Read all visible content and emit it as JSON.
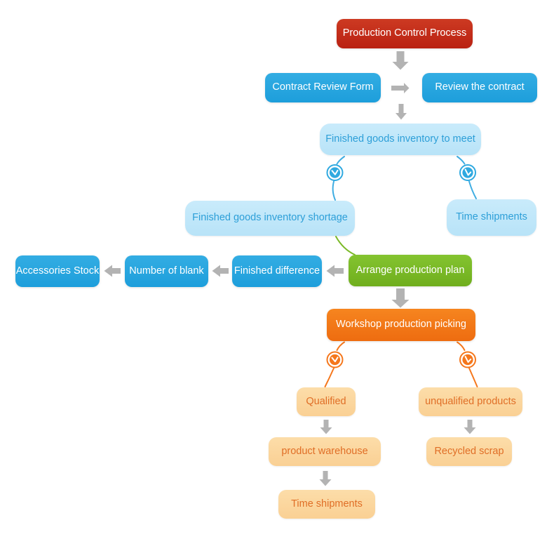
{
  "diagram": {
    "title": "Production Control Process",
    "nodes": {
      "production_control": "Production Control Process",
      "contract_review_form": "Contract Review Form",
      "review_the_contract": "Review the contract",
      "inventory_to_meet": "Finished goods inventory to meet",
      "inventory_shortage": "Finished goods inventory shortage",
      "time_shipments_top": "Time shipments",
      "accessories_stock": "Accessories Stock",
      "number_of_blank": "Number of blank",
      "finished_difference": "Finished difference",
      "arrange_production_plan": "Arrange production plan",
      "workshop_production_picking": "Workshop production picking",
      "qualified": "Qualified",
      "unqualified_products": "unqualified products",
      "product_warehouse": "product warehouse",
      "recycled_scrap": "Recycled scrap",
      "time_shipments_bottom": "Time shipments"
    },
    "icons": {
      "clock": "clock-icon"
    },
    "colors": {
      "red": "#c3271a",
      "blue": "#27a7df",
      "light_blue": "#bfe6fa",
      "light_blue_text": "#2d9fd8",
      "green": "#7bba28",
      "orange": "#f5751b",
      "light_orange": "#fbd8a0",
      "light_orange_text": "#e06e26",
      "arrow_gray": "#b3b3b3"
    }
  }
}
